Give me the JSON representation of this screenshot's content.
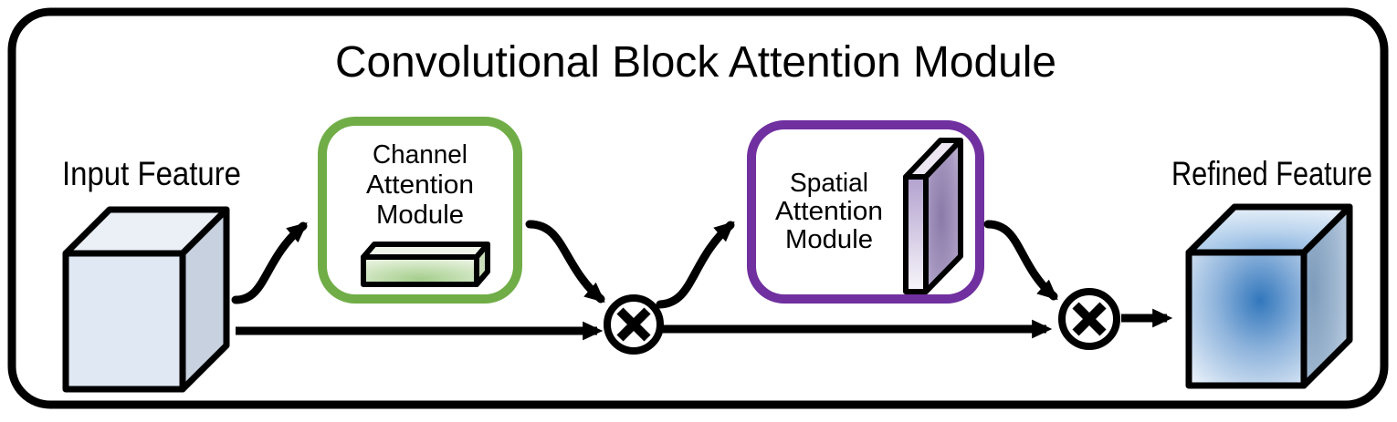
{
  "diagram": {
    "title": "Convolutional Block Attention Module",
    "nodes": {
      "input": {
        "label": "Input Feature"
      },
      "channel": {
        "lines": [
          "Channel",
          "Attention",
          "Module"
        ]
      },
      "spatial": {
        "lines": [
          "Spatial",
          "Attention",
          "Module"
        ]
      },
      "refined": {
        "label": "Refined Feature"
      }
    },
    "operators": {
      "multiply_symbol": "⊗",
      "count": 2
    },
    "colors": {
      "frame_outline": "#000000",
      "channel_border": "#70AD47",
      "spatial_border": "#7030A0",
      "input_cube": {
        "front": "#DFE8F3",
        "top": "#EBF0F7",
        "side": "#C7D1DF"
      },
      "refined_cube_center": "#3277BC",
      "channel_bar_green": "#A5CE8C",
      "spatial_plate_purple": "#8A7AA9"
    }
  }
}
